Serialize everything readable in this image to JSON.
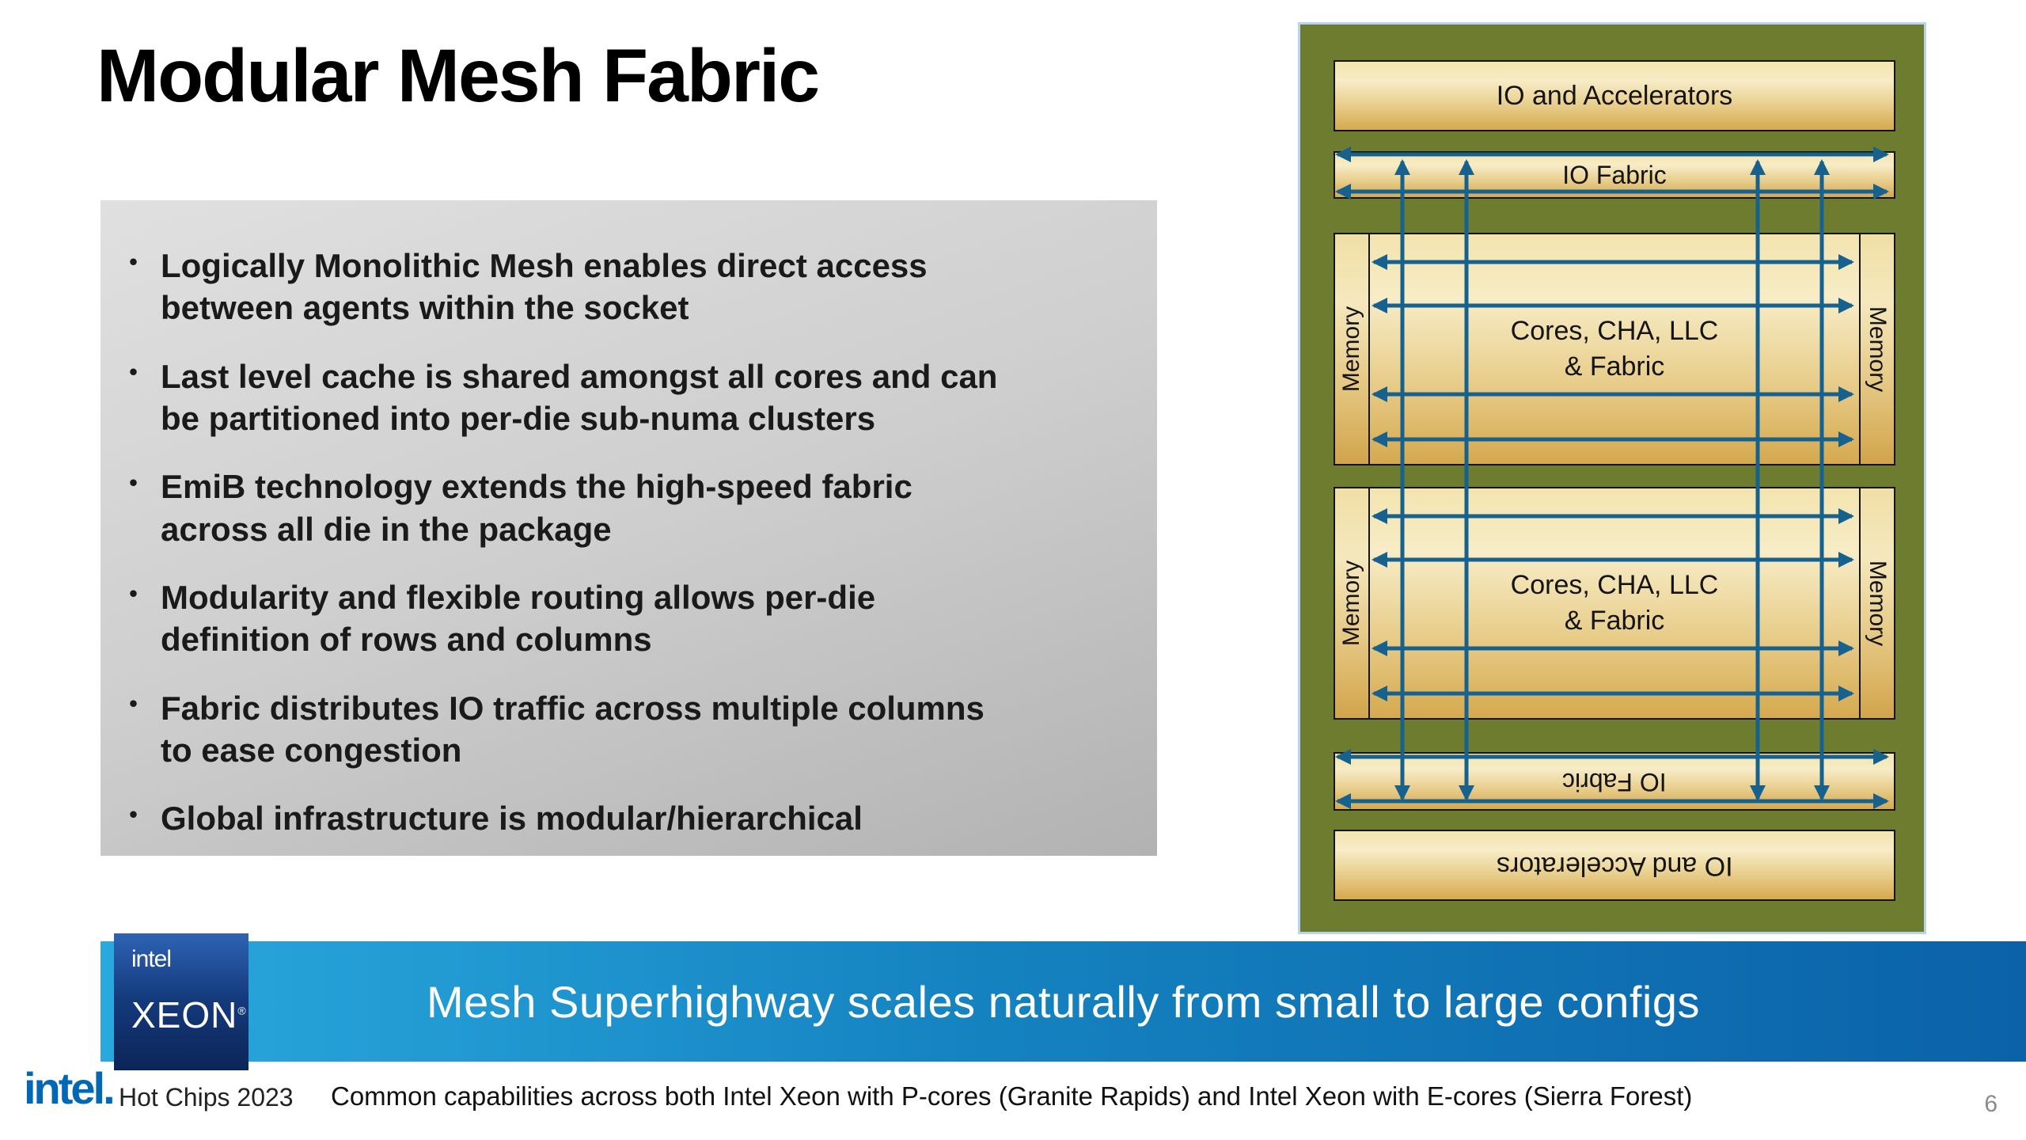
{
  "title": "Modular Mesh Fabric",
  "bullets": [
    [
      "Logically Monolithic Mesh enables direct access",
      "between agents within the socket"
    ],
    [
      "Last level cache is shared amongst all cores and can",
      "be partitioned into per-die sub-numa clusters"
    ],
    [
      "EmiB technology extends the high-speed fabric",
      "across all die in the package"
    ],
    [
      "Modularity and flexible routing allows per-die",
      "definition of rows and columns"
    ],
    [
      "Fabric distributes IO traffic across multiple columns",
      "to ease congestion"
    ],
    [
      "Global infrastructure is modular/hierarchical"
    ]
  ],
  "diagram": {
    "io_accel_top": "IO and Accelerators",
    "io_fabric_top": "IO Fabric",
    "memory": "Memory",
    "cores_line1": "Cores, CHA, LLC",
    "cores_line2": "& Fabric",
    "io_fabric_bottom": "IO Fabric",
    "io_accel_bottom": "IO and Accelerators"
  },
  "banner": {
    "text": "Mesh Superhighway scales naturally from small to large configs"
  },
  "badge": {
    "brand": "intel",
    "product": "XEON",
    "reg": "®"
  },
  "footer": {
    "logo": "intel.",
    "event": "Hot Chips 2023",
    "note": "Common capabilities across both Intel Xeon with P-cores (Granite Rapids) and Intel Xeon with E-cores (Sierra Forest)",
    "page": "6"
  },
  "colors": {
    "arrow": "#17618f",
    "olive_background": "#6d7c2e",
    "banner_left": "#2aa9de",
    "banner_right": "#0b62a8",
    "intel_blue": "#0068b5"
  }
}
